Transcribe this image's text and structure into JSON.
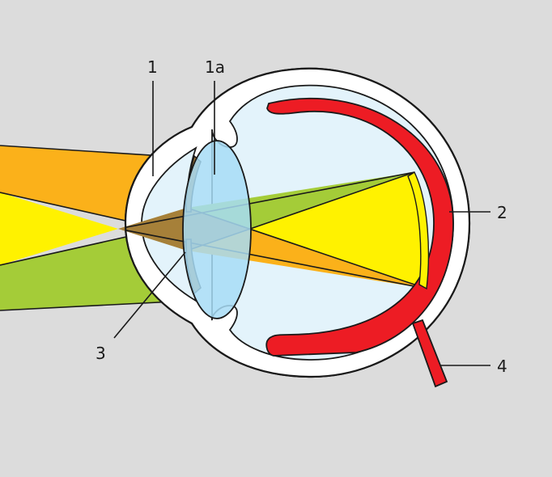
{
  "labels": {
    "cornea": "1",
    "lens": "1a",
    "retina": "2",
    "iris": "3",
    "optic_nerve": "4"
  },
  "colors": {
    "background": "#dcdcdc",
    "beam_yellow": "#fff200",
    "beam_orange": "#fbb11a",
    "beam_green": "#a4cc38",
    "beam_overlap": "#a68039",
    "vitreous": "#e3f3fb",
    "lens": "#a7dcf6",
    "iris": "#a67c3c",
    "retina": "#ed1c24",
    "sclera": "#ffffff",
    "outline": "#1a1a1a"
  }
}
